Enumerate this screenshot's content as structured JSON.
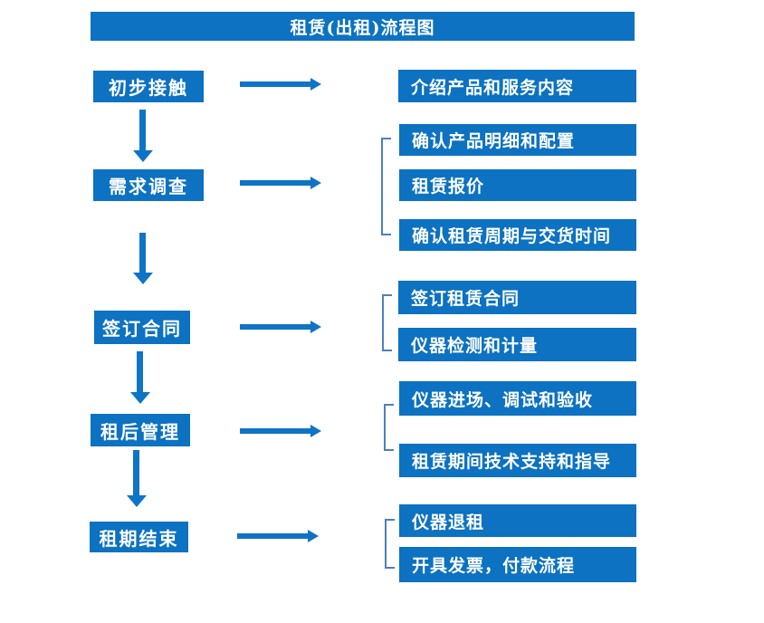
{
  "title": "租赁(出租)流程图",
  "colors": {
    "box_blue": "#0c72c1",
    "arrow_blue": "#0e74c6",
    "bracket_blue": "#4d80bc",
    "text_white": "#ffffff"
  },
  "steps": [
    {
      "label": "初步接触"
    },
    {
      "label": "需求调查"
    },
    {
      "label": "签订合同"
    },
    {
      "label": "租后管理"
    },
    {
      "label": "租期结束"
    }
  ],
  "detail_groups": [
    {
      "for_step": "初步接触",
      "items": [
        "介绍产品和服务内容"
      ]
    },
    {
      "for_step": "需求调查",
      "items": [
        "确认产品明细和配置",
        "租赁报价",
        "确认租赁周期与交货时间"
      ]
    },
    {
      "for_step": "签订合同",
      "items": [
        "签订租赁合同",
        "仪器检测和计量"
      ]
    },
    {
      "for_step": "租后管理",
      "items": [
        "仪器进场、调试和验收",
        "租赁期间技术支持和指导"
      ]
    },
    {
      "for_step": "租期结束",
      "items": [
        "仪器退租",
        "开具发票，付款流程"
      ]
    }
  ]
}
